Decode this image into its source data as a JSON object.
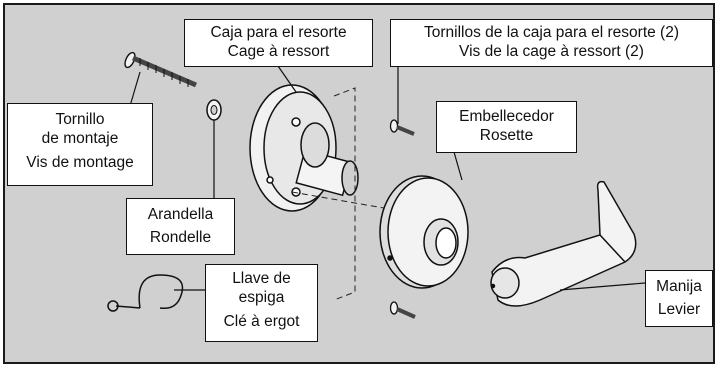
{
  "colors": {
    "panel": "#d0d0d0",
    "ink": "#111111",
    "label_bg": "#ffffff"
  },
  "labels": {
    "spring_cage": {
      "es": "Caja para el resorte",
      "fr": "Cage à ressort"
    },
    "cage_screws": {
      "es": "Tornillos de la caja para el resorte (2)",
      "fr": "Vis de la cage à ressort (2)"
    },
    "mounting_screw": {
      "es1": "Tornillo",
      "es2": "de montaje",
      "fr": "Vis de montage"
    },
    "rose": {
      "es": "Embellecedor",
      "fr": "Rosette"
    },
    "washer": {
      "es": "Arandella",
      "fr": "Rondelle"
    },
    "spanner_wrench": {
      "es1": "Llave de",
      "es2": "espiga",
      "fr": "Clé à ergot"
    },
    "lever": {
      "es": "Manija",
      "fr": "Levier"
    }
  },
  "parts": [
    "mounting-screw",
    "washer",
    "spring-cage",
    "cage-screw",
    "cage-screw",
    "rose",
    "lever",
    "spanner-wrench"
  ]
}
